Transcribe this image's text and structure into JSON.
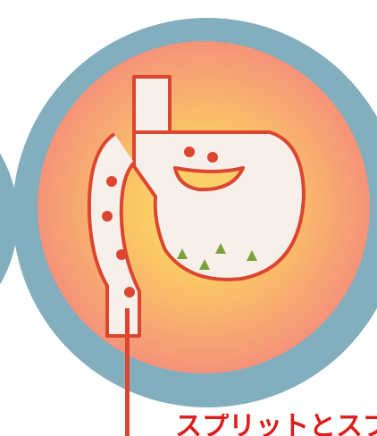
{
  "colors": {
    "outer_ring": "#82aebe",
    "glow_center": "#fde463",
    "glow_edge": "#f5937a",
    "organ_fill": "#f7efe9",
    "organ_outline": "#dc4630",
    "bubble": "#dc4630",
    "particle": "#7aa33a",
    "tube_line": "#dc4630",
    "caption_text": "#dd1c1c"
  },
  "caption": {
    "text": "スプリットとスプ"
  },
  "icons": {
    "organ": "stomach-esophagus-icon",
    "bubbles": "bubble-dots",
    "particles": "triangle-particles",
    "tube": "feeding-tube"
  }
}
